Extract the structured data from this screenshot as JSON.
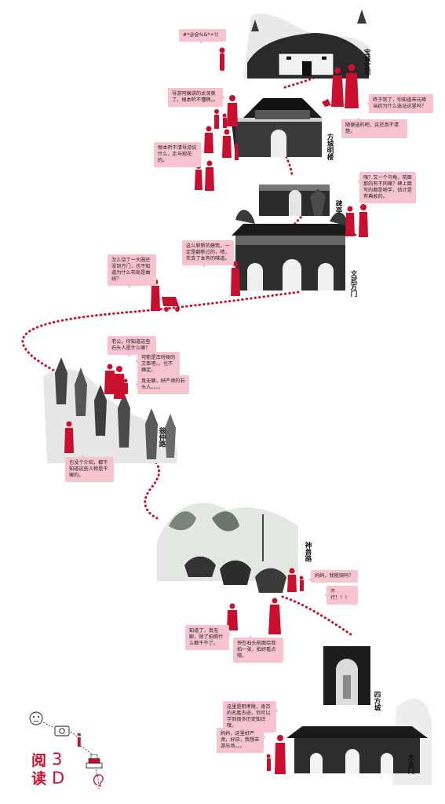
{
  "colors": {
    "accent": "#c8102e",
    "bubble": "#f7c3cf",
    "ink": "#1a1a1a"
  },
  "labels": {
    "baocheng": "宝城宝顶",
    "fangcheng": "方城明楼",
    "beiting": "碑亭",
    "wenwu": "文武方门",
    "wengzhong": "翁仲路",
    "shenshou": "神兽路",
    "sifangcheng": "四方城",
    "dajinmen": "大金门"
  },
  "bubbles": {
    "b1": "#*@@%&*+?/",
    "b2": "导游阿姨讲的太深奥了。根本听不懂啊。。",
    "b3": "终于到了，你知道朱元璋当初为什么选址这里吗？",
    "b4": "随便选的吧，这还真不清楚。",
    "b5": "根本听不清导游说什么，走马观花的。",
    "b6": "咦？又一个乌龟，前面那的有不同嘛？碑上面写的都是啥字，估计是有典故的。",
    "b7": "这么崭新的建筑，一定是翻新过的，啧，失去了本有的味道。",
    "b8": "怎么饶了一大圈还没到方门，也不知道为什么布局是曲线？",
    "b9": "老公，你知道这些石头人是什么嘛？",
    "b10": "可能是古时候的文臣吧。。也不确定。",
    "b11": "真无聊，好严肃的石头人。。。。",
    "b12": "也没个介绍，都不知道这些人物是干嘛的。",
    "b13": "妈妈，我能骑吗？",
    "b14": "不行！！！",
    "b15": "知道了，真无聊，除了拍照什么都干不了。",
    "b16": "快在石头前面给我拍一张，拍好看点哦。",
    "b17": "这里是明孝陵，南京的名胜古迹，你可以学到很多历史知识哦。",
    "b18": "妈妈，这里好严肃，好旧，我想去游乐场。。。"
  },
  "logo": {
    "line1": "阅",
    "line2": "读",
    "num": "3",
    "letter": "D",
    "info_glyph": "i",
    "icons": [
      "face-icon",
      "camera-icon",
      "info-icon",
      "cake-icon",
      "ear-icon"
    ]
  }
}
